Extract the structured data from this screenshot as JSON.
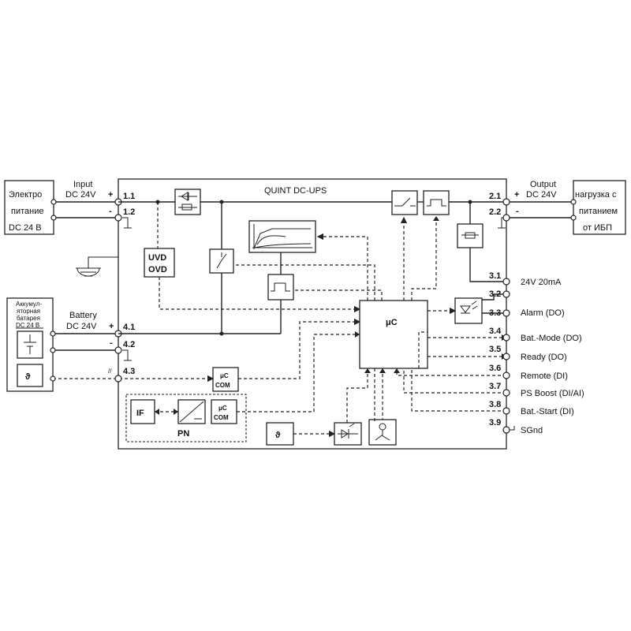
{
  "title": "QUINT DC-UPS",
  "left": {
    "supply_lines": [
      "Электро",
      "питание",
      "DC 24 В"
    ],
    "battery_lines": [
      "Аккумул-",
      "яторная",
      "батарея",
      "DC 24 В"
    ],
    "input_label": "Input",
    "input_voltage": "DC 24V",
    "battery_label": "Battery",
    "battery_voltage": "DC 24V",
    "plus": "+",
    "minus": "-",
    "hash_mark": "//"
  },
  "right": {
    "load_lines": [
      "нагрузка с",
      "питанием",
      "от ИБП"
    ],
    "output_label": "Output",
    "output_voltage": "DC 24V",
    "plus": "+",
    "minus": "-"
  },
  "blocks": {
    "uvd": "UVD",
    "ovd": "OVD",
    "mc": "μC",
    "mc_com_top": "μC",
    "mc_com_bottom": "COM",
    "if": "IF",
    "pn": "PN",
    "theta": "ϑ"
  },
  "terminals": {
    "t11": "1.1",
    "t12": "1.2",
    "t41": "4.1",
    "t42": "4.2",
    "t43": "4.3",
    "t21": "2.1",
    "t22": "2.2",
    "t31": "3.1",
    "t32": "3.2",
    "t33": "3.3",
    "t34": "3.4",
    "t35": "3.5",
    "t36": "3.6",
    "t37": "3.7",
    "t38": "3.8",
    "t39": "3.9"
  },
  "signals": {
    "s31": "24V 20mA",
    "s33": "Alarm (DO)",
    "s34": "Bat.-Mode (DO)",
    "s35": "Ready (DO)",
    "s36": "Remote (DI)",
    "s37": "PS Boost (DI/AI)",
    "s38": "Bat.-Start (DI)",
    "s39": "SGnd"
  }
}
